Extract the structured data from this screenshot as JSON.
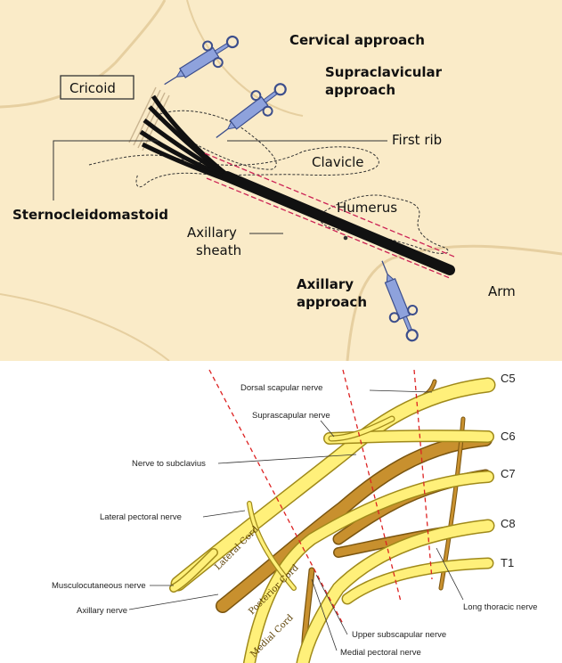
{
  "top_panel": {
    "labels": {
      "cricoid": "Cricoid",
      "cervical": "Cervical approach",
      "supraclavicular_1": "Supraclavicular",
      "supraclavicular_2": "approach",
      "first_rib": "First rib",
      "clavicle": "Clavicle",
      "scm": "Sternocleidomastoid",
      "humerus": "Humerus",
      "axillary_sheath_1": "Axillary",
      "axillary_sheath_2": "sheath",
      "axillary_approach_1": "Axillary",
      "axillary_approach_2": "approach",
      "arm": "Arm"
    },
    "colors": {
      "skin": "#faebc8",
      "syringe": "#8ea2dc",
      "sheath_dash": "#cc2255",
      "nerve": "#111111"
    }
  },
  "bottom_panel": {
    "roots": [
      "C5",
      "C6",
      "C7",
      "C8",
      "T1"
    ],
    "cords": {
      "lateral": "Lateral Cord",
      "posterior": "Posterior Cord",
      "medial": "Medial Cord"
    },
    "nerve_labels": {
      "dorsal_scapular": "Dorsal scapular nerve",
      "suprascapular": "Suprascapular nerve",
      "subclavius": "Nerve to subclavius",
      "lateral_pectoral": "Lateral pectoral nerve",
      "musculocutaneous": "Musculocutaneous nerve",
      "axillary": "Axillary nerve",
      "long_thoracic": "Long thoracic nerve",
      "upper_subscapular": "Upper subscapular nerve",
      "medial_pectoral": "Medial pectoral nerve"
    },
    "colors": {
      "yellow_nerve": "#fff07a",
      "yellow_outline": "#a08a1a",
      "brown_nerve": "#c8902e",
      "brown_outline": "#7a5510",
      "guide_dash": "#dd2222"
    }
  }
}
